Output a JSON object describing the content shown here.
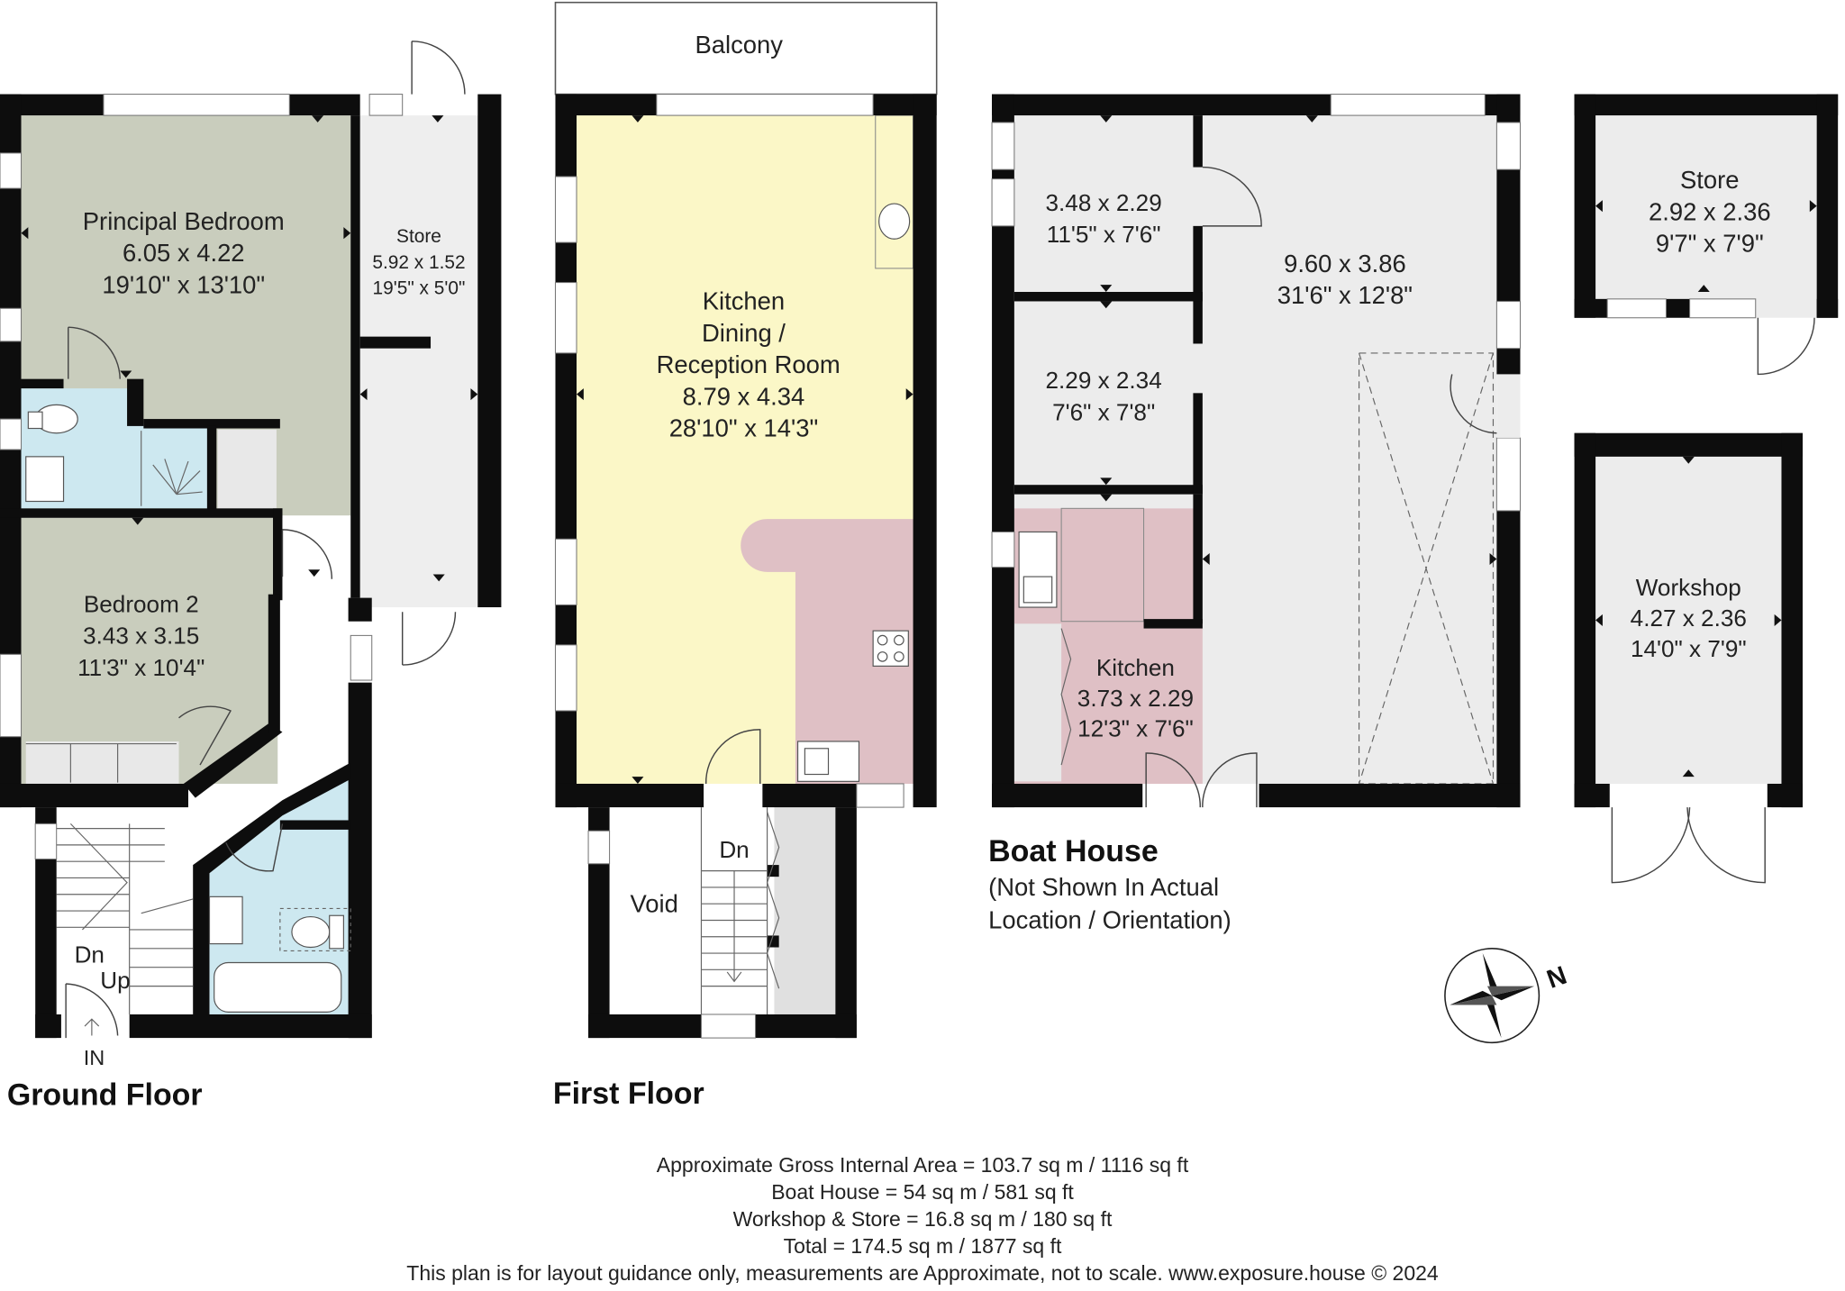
{
  "ground_floor": {
    "title": "Ground Floor",
    "principal_bedroom": {
      "name": "Principal Bedroom",
      "metric": "6.05 x 4.22",
      "imperial": "19'10\" x 13'10\""
    },
    "store": {
      "name": "Store",
      "metric": "5.92 x 1.52",
      "imperial": "19'5\" x 5'0\""
    },
    "bedroom_2": {
      "name": "Bedroom 2",
      "metric": "3.43 x 3.15",
      "imperial": "11'3\" x 10'4\""
    },
    "stairs_down": "Dn",
    "stairs_up": "Up",
    "entrance": "IN"
  },
  "first_floor": {
    "title": "First Floor",
    "balcony": "Balcony",
    "kitchen_line1": "Kitchen",
    "kitchen_line2": "Dining /",
    "kitchen_line3": "Reception Room",
    "kitchen_metric": "8.79 x 4.34",
    "kitchen_imperial": "28'10\" x 14'3\"",
    "void": "Void",
    "stairs_down": "Dn"
  },
  "boat_house": {
    "title": "Boat House",
    "note_line1": "(Not Shown In Actual",
    "note_line2": "Location / Orientation)",
    "room_a": {
      "metric": "3.48 x 2.29",
      "imperial": "11'5\" x 7'6\""
    },
    "room_b": {
      "metric": "2.29 x 2.34",
      "imperial": "7'6\" x 7'8\""
    },
    "main": {
      "metric": "9.60 x 3.86",
      "imperial": "31'6\" x 12'8\""
    },
    "kitchen": {
      "name": "Kitchen",
      "metric": "3.73 x 2.29",
      "imperial": "12'3\" x 7'6\""
    }
  },
  "outbuilding_store": {
    "name": "Store",
    "metric": "2.92 x 2.36",
    "imperial": "9'7\" x 7'9\""
  },
  "workshop": {
    "name": "Workshop",
    "metric": "4.27 x 2.36",
    "imperial": "14'0\" x 7'9\""
  },
  "compass": {
    "icon": "north-compass-icon",
    "north_label": "N"
  },
  "colors": {
    "bedroom": "#c9cdbd",
    "bathroom": "#cde8f0",
    "kitchen": "#fbf7c7",
    "kitchen_units": "#dfc0c5",
    "store": "#eeeeee",
    "walls": "#0d0d0d"
  },
  "footer": {
    "line1": "Approximate Gross Internal Area = 103.7 sq m  / 1116 sq ft",
    "line2": "Boat House = 54 sq m  / 581 sq ft",
    "line3": "Workshop & Store = 16.8 sq m  / 180 sq ft",
    "line4": "Total = 174.5 sq m / 1877 sq ft",
    "line5": "This plan is for layout guidance only, measurements are Approximate, not to scale. www.exposure.house © 2024"
  }
}
